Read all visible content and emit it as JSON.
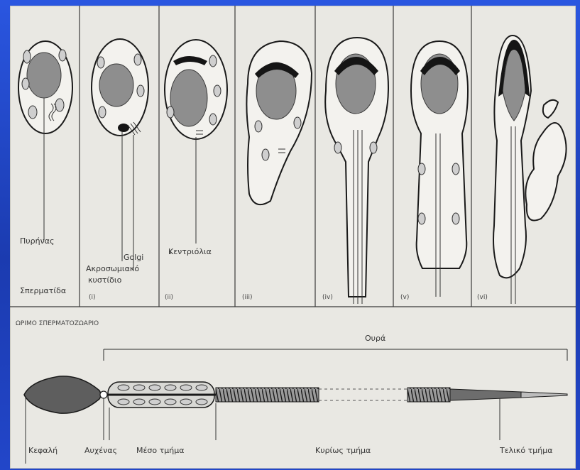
{
  "labels": {
    "nucleus": "Πυρήνας",
    "golgi": "Golgi",
    "acrosomal_line1": "Ακροσωμιακό",
    "acrosomal_line2": "κυστίδιο",
    "centrioles": "Κεντριόλια",
    "spermatid": "Σπερματίδα",
    "stage_i": "(i)",
    "stage_ii": "(ii)",
    "stage_iii": "(iii)",
    "stage_iv": "(iv)",
    "stage_v": "(v)",
    "stage_vi": "(vi)",
    "mature_title": "ΩΡΙΜΟ ΣΠΕΡΜΑΤΟΖΩΑΡΙΟ",
    "tail": "Ουρά",
    "head": "Κεφαλή",
    "neck": "Αυχένας",
    "middle_piece": "Μέσο τμήμα",
    "principal_piece": "Κυρίως τμήμα",
    "end_piece": "Τελικό τμήμα"
  },
  "colors": {
    "background_frame": "#1d3fb8",
    "panel": "#e9e8e3",
    "nucleus": "#8e8e8e",
    "acrosome": "#151515"
  }
}
